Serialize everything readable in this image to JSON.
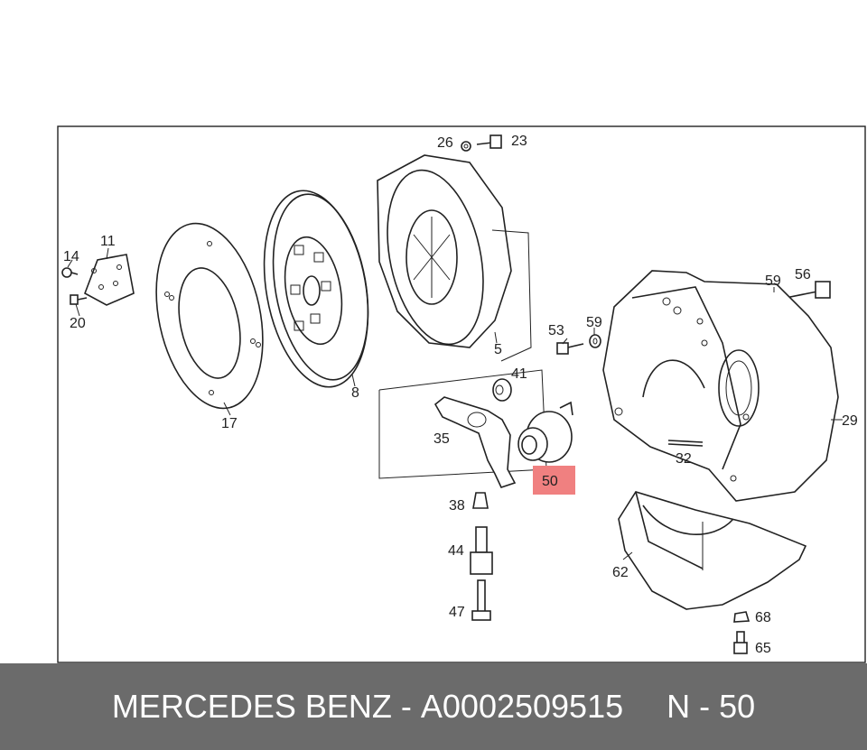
{
  "labels": {
    "p26": "26",
    "p23": "23",
    "p11": "11",
    "p14": "14",
    "p20": "20",
    "p8": "8",
    "p17": "17",
    "p5": "5",
    "p41": "41",
    "p35": "35",
    "p50": "50",
    "p53": "53",
    "p59a": "59",
    "p59b": "59",
    "p56": "56",
    "p29": "29",
    "p32": "32",
    "p38": "38",
    "p44": "44",
    "p47": "47",
    "p62": "62",
    "p68": "68",
    "p65": "65"
  },
  "highlight": {
    "color": "#f08080"
  },
  "footer": {
    "brand": "MERCEDES BENZ",
    "separator": "-",
    "part_number": "A0002509515",
    "position": "N - 50"
  }
}
